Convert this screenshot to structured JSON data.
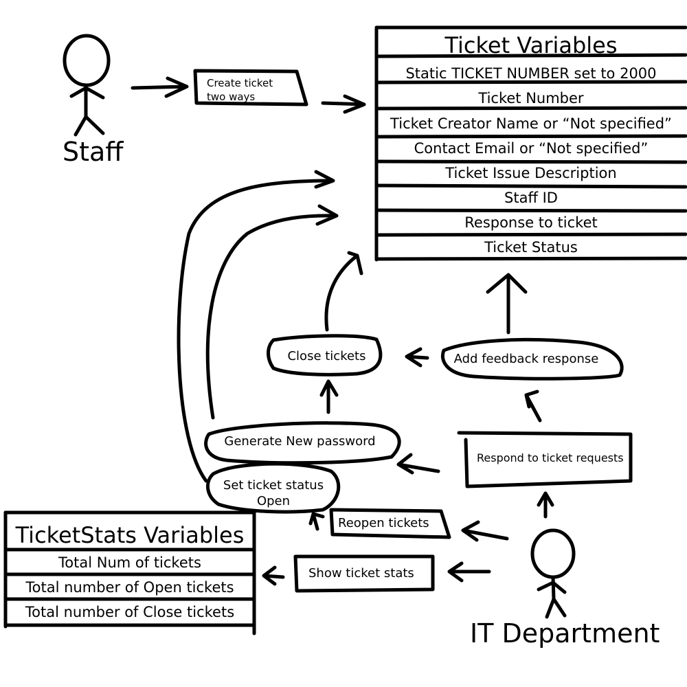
{
  "actors": {
    "staff": "Staff",
    "it_department": "IT Department"
  },
  "ticket_variables": {
    "title": "Ticket Variables",
    "rows": [
      "Static TICKET NUMBER set to 2000",
      "Ticket Number",
      "Ticket Creator Name or “Not specified”",
      "Contact Email or “Not specified”",
      "Ticket Issue Description",
      "Staff ID",
      "Response to ticket",
      "Ticket Status"
    ]
  },
  "ticketstats_variables": {
    "title": "TicketStats Variables",
    "rows": [
      "Total Num of tickets",
      "Total number of Open tickets",
      "Total number of Close tickets"
    ]
  },
  "nodes": {
    "create_ticket_line1": "Create ticket",
    "create_ticket_line2": "two ways",
    "close_tickets": "Close tickets",
    "add_feedback": "Add feedback response",
    "generate_password": "Generate New password",
    "respond_requests": "Respond to ticket requests",
    "set_status_line1": "Set ticket status",
    "set_status_line2": "Open",
    "reopen_tickets": "Reopen tickets",
    "show_stats": "Show ticket stats"
  }
}
